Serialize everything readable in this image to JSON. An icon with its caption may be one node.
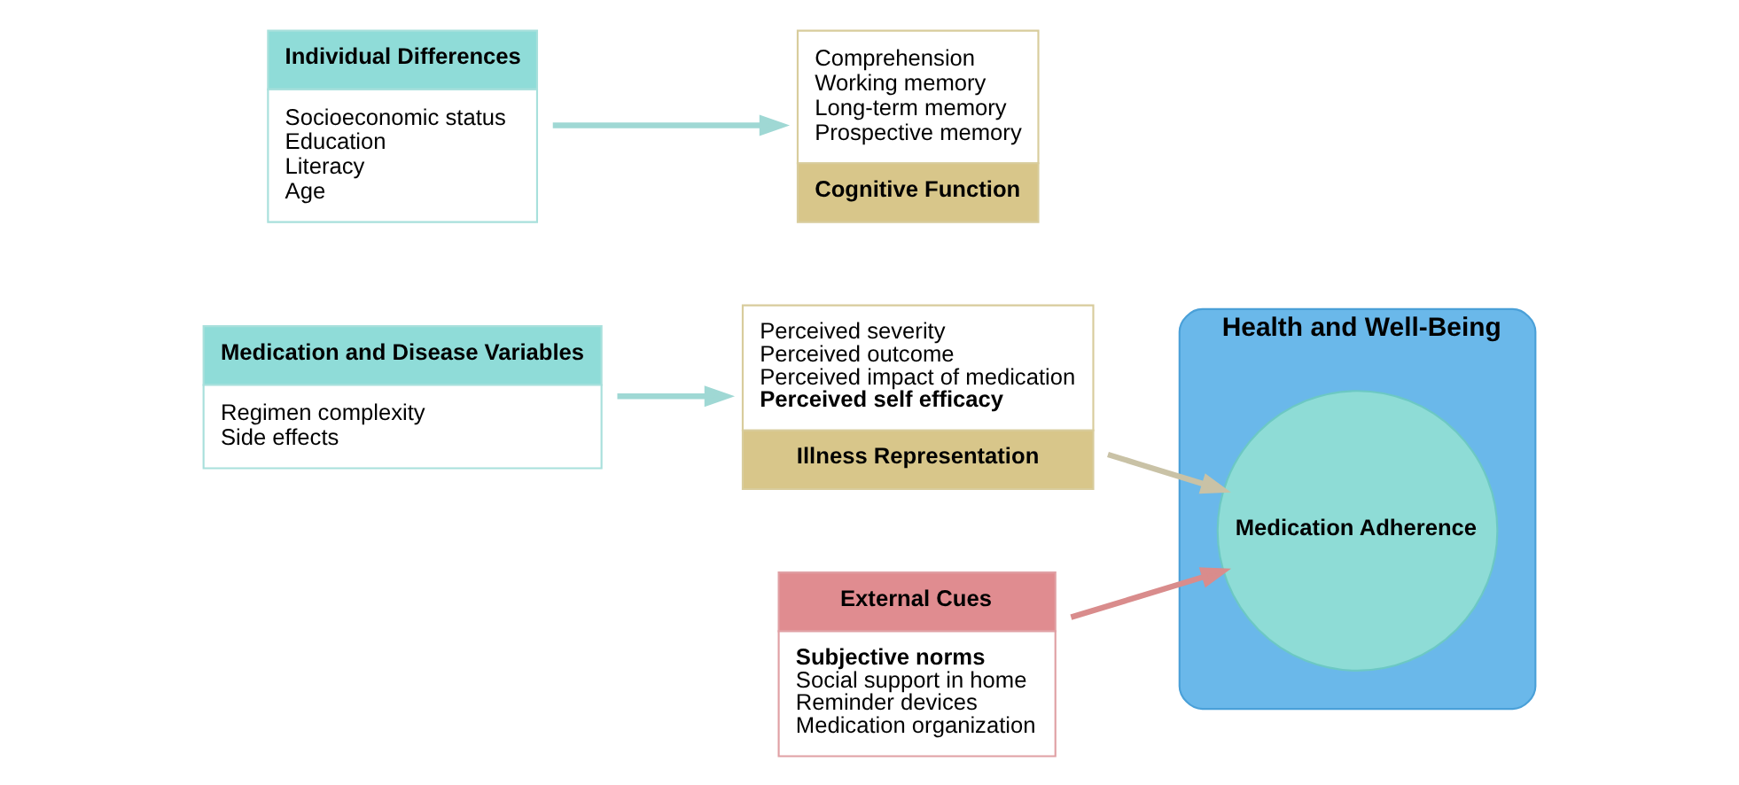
{
  "diagram": {
    "nodes": [
      {
        "text": [
          "Medication and Disease Variables",
          "Regimen complexity",
          "Side effects"
        ]
      },
      {
        "text": [
          "Perceived severity",
          "Perceived outcome",
          "Perceived impact of medication",
          "Perceived self efficacy",
          "Illness Representation"
        ]
      },
      {
        "text": [
          "Health and Well-Being"
        ]
      },
      {
        "text": [
          "Medication Adherence"
        ],
        "in": 2
      },
      {
        "text": [
          "Individual Differences",
          "Socioeconomic status",
          "Education",
          "Literacy",
          "Age"
        ]
      },
      {
        "text": [
          "Comprehension",
          "Working memory",
          "Long-term memory",
          "Prospective memory",
          "Cognitive Function"
        ]
      },
      {
        "text": [
          "External Cues",
          "Subjective norms",
          "Social support in home",
          "Reminder devices",
          "Medication organization"
        ]
      }
    ],
    "edges": [
      {
        "from": 0,
        "to": 1,
        "arrow": "to"
      },
      {
        "from": 1,
        "to": 3,
        "arrow": "to",
        "color": "#c9c2a6"
      },
      {
        "from": 4,
        "to": 5,
        "arrow": "to"
      },
      {
        "from": 6,
        "to": 3,
        "arrow": "to",
        "color": "#d98c8c"
      }
    ]
  }
}
